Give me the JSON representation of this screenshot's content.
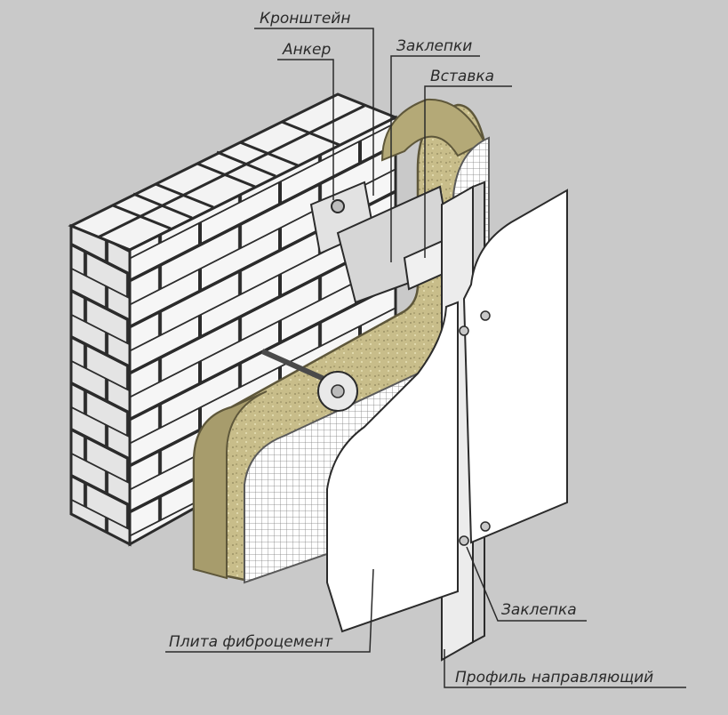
{
  "labels": {
    "bracket": "Кронштейн",
    "anchor": "Анкер",
    "rivets": "Заклепки",
    "insert": "Вставка",
    "rivet": "Заклепка",
    "fiber_cement_panel": "Плита фиброцемент",
    "guide_profile": "Профиль направляющий"
  },
  "colors": {
    "background": "#c9c9c9",
    "brick_face": "#f7f7f7",
    "brick_side": "#e3e3e3",
    "mortar": "#2b2b2b",
    "insulation": "#c8bd8a",
    "insulation_dark": "#8f8659",
    "mesh": "#ffffff",
    "panel": "#ffffff",
    "metal": "#d8d8d8",
    "leader": "#2a2a2a"
  }
}
